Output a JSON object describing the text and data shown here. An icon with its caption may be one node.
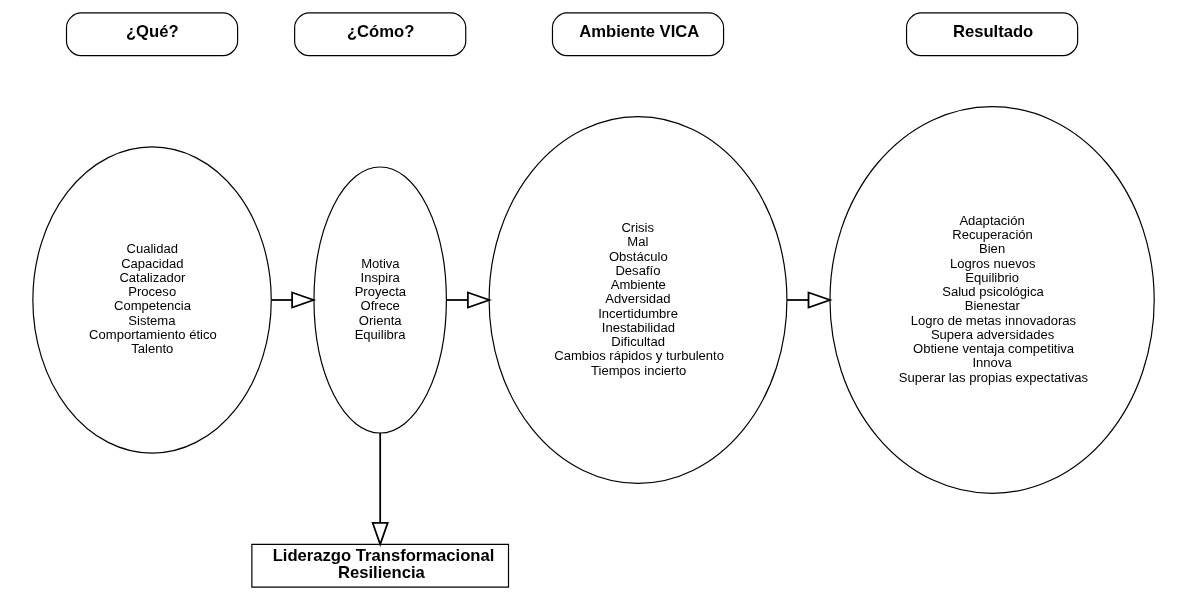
{
  "diagram": {
    "nodes": [
      {
        "text": [
          "¿Qué?"
        ]
      },
      {
        "text": [
          "¿Cómo?"
        ]
      },
      {
        "text": [
          "Ambiente VICA"
        ]
      },
      {
        "text": [
          "Resultado"
        ]
      },
      {
        "text": [
          "Cualidad",
          "Capacidad",
          "Catalizador",
          "Proceso",
          "Competencia",
          "Sistema",
          "Comportamiento ético",
          "Talento"
        ]
      },
      {
        "text": [
          "Motiva",
          "Inspira",
          "Proyecta",
          "Ofrece",
          "Orienta",
          "Equilibra"
        ]
      },
      {
        "text": [
          "Crisis",
          "Mal",
          "Obstáculo",
          "Desafío",
          "Ambiente",
          "Adversidad",
          "Incertidumbre",
          "Inestabilidad",
          "Dificultad",
          "Cambios rápidos y turbulento",
          "Tiempos incierto"
        ]
      },
      {
        "text": [
          "Adaptación",
          "Recuperación",
          "Bien",
          "Logros nuevos",
          "Equilibrio",
          "Salud psicológica",
          "Bienestar",
          "Logro de metas innovadoras",
          "Supera adversidades",
          "Obtiene ventaja competitiva",
          "Innova",
          "Superar las propias expectativas"
        ]
      },
      {
        "text": [
          "Liderazgo Transformacional",
          "Resiliencia"
        ]
      }
    ],
    "edges": [
      {
        "from": 4,
        "to": 5,
        "arrow": "to"
      },
      {
        "from": 5,
        "to": 6,
        "arrow": "to"
      },
      {
        "from": 6,
        "to": 7,
        "arrow": "to"
      },
      {
        "from": 5,
        "to": 8,
        "arrow": "to"
      }
    ]
  }
}
